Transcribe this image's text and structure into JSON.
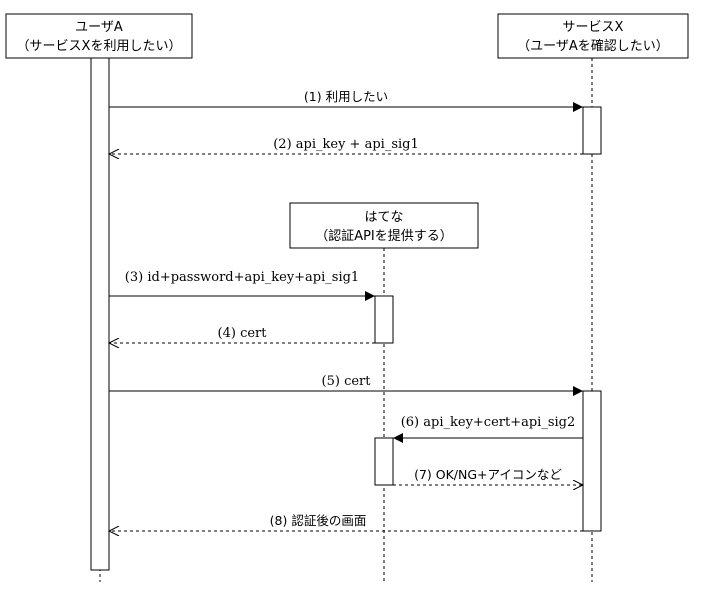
{
  "participants": {
    "user": {
      "line1": "ユーザA",
      "line2": "（サービスXを利用したい）"
    },
    "service": {
      "line1": "サービスX",
      "line2": "（ユーザAを確認したい）"
    },
    "hatena": {
      "line1": "はてな",
      "line2": "（認証APIを提供する）"
    }
  },
  "messages": [
    {
      "label": "(1) 利用したい",
      "type": "call"
    },
    {
      "label": "(2) api_key + api_sig1",
      "type": "return"
    },
    {
      "label": "(3) id+password+api_key+api_sig1",
      "type": "call"
    },
    {
      "label": "(4) cert",
      "type": "return"
    },
    {
      "label": "(5) cert",
      "type": "call"
    },
    {
      "label": "(6) api_key+cert+api_sig2",
      "type": "call"
    },
    {
      "label": "(7) OK/NG+アイコンなど",
      "type": "return"
    },
    {
      "label": "(8) 認証後の画面",
      "type": "return"
    }
  ]
}
